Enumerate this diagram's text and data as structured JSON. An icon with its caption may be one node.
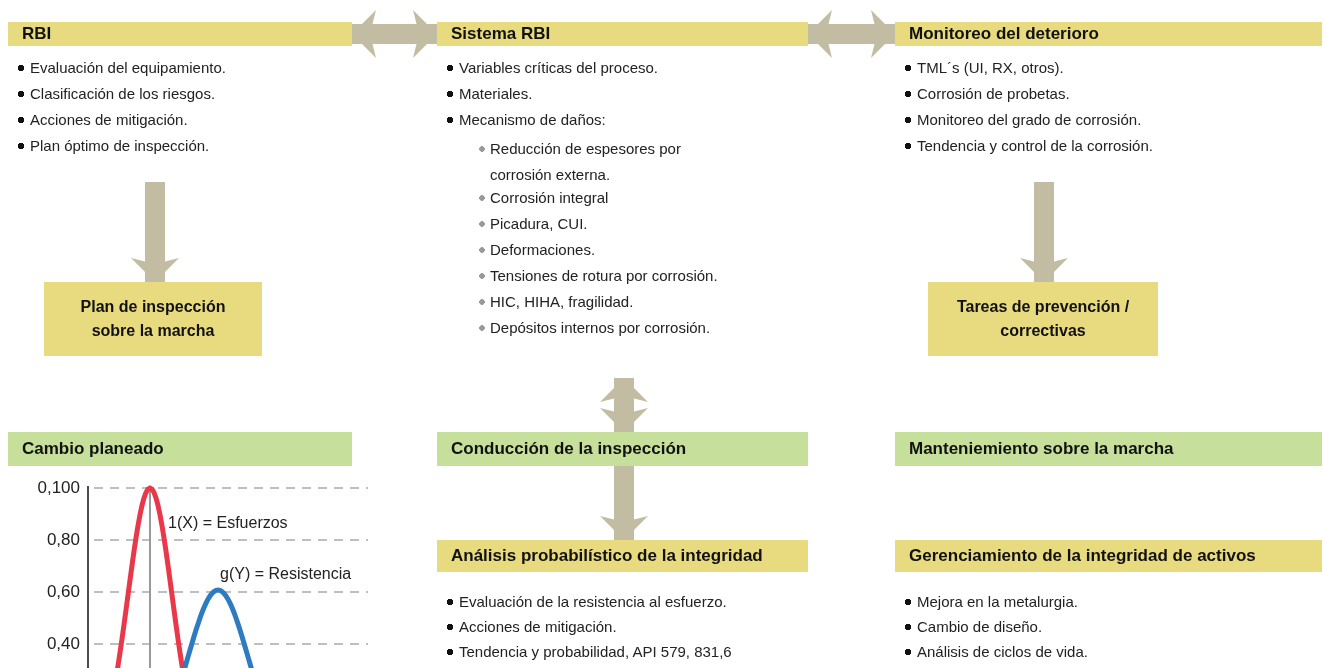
{
  "diagram": {
    "nodes": [
      {
        "text": [
          "RBI",
          "Evaluación del equipamiento.",
          "Clasificación de los riesgos.",
          "Acciones de mitigación.",
          "Plan óptimo de inspección."
        ]
      },
      {
        "text": [
          "Sistema RBI",
          "Variables críticas del proceso.",
          "Materiales.",
          "Mecanismo de daños:",
          "Reducción de espesores por corrosión externa.",
          "Corrosión integral",
          "Picadura, CUI.",
          "Deformaciones.",
          "Tensiones de rotura por corrosión.",
          "HIC, HIHA, fragilidad.",
          "Depósitos internos por corrosión."
        ]
      },
      {
        "text": [
          "Monitoreo del deterioro",
          "TML´s (UI, RX, otros).",
          "Corrosión de probetas.",
          "Monitoreo del grado de corrosión.",
          "Tendencia y control de la corrosión."
        ]
      },
      {
        "text": [
          "Plan de inspección sobre la marcha"
        ]
      },
      {
        "text": [
          "Tareas de prevención / correctivas"
        ]
      },
      {
        "text": [
          "Cambio planeado"
        ]
      },
      {
        "text": [
          "Conducción de la inspección"
        ]
      },
      {
        "text": [
          "Manteniemiento sobre la marcha"
        ]
      },
      {
        "text": [
          "Análisis probabilístico de la integridad",
          "Evaluación de la resistencia al esfuerzo.",
          "Acciones de mitigación.",
          "Tendencia y probabilidad, API 579, 831,6"
        ]
      },
      {
        "text": [
          "Gerenciamiento de la integridad de activos",
          "Mejora en la metalurgia.",
          "Cambio de diseño.",
          "Análisis de ciclos de vida."
        ]
      }
    ],
    "edges": [
      {
        "from": 0,
        "to": 1,
        "arrow": "both"
      },
      {
        "from": 1,
        "to": 2,
        "arrow": "both"
      },
      {
        "from": 0,
        "to": 3,
        "arrow": "to"
      },
      {
        "from": 2,
        "to": 4,
        "arrow": "to"
      },
      {
        "from": 1,
        "to": 6,
        "arrow": "both"
      },
      {
        "from": 6,
        "to": 8,
        "arrow": "to"
      }
    ],
    "labels": [
      "0,100",
      "1(X) = Esfuerzos",
      "0,80",
      "g(Y) = Resistencia",
      "0,60",
      "0,40"
    ]
  }
}
